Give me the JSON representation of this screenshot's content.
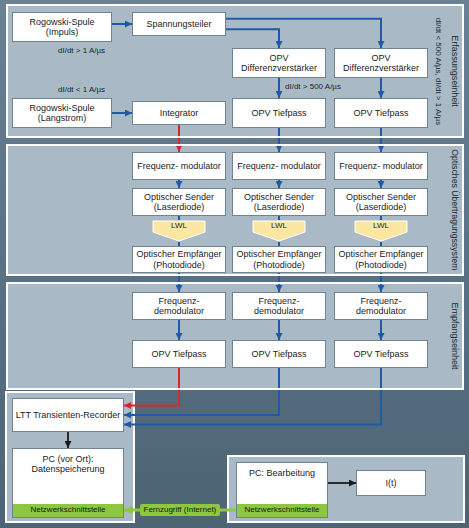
{
  "diagram": {
    "nodes": [
      {
        "text": [
          "Erfassungseinheit"
        ]
      },
      {
        "text": [
          "Rogowski-Spule (Impuls)"
        ],
        "in": 0
      },
      {
        "text": [
          "Spannungsteiler"
        ],
        "in": 0
      },
      {
        "text": [
          "OPV Differenzverstärker"
        ],
        "in": 0
      },
      {
        "text": [
          "OPV Differenzverstärker"
        ],
        "in": 0
      },
      {
        "text": [
          "Rogowski-Spule (Langstrom)"
        ],
        "in": 0
      },
      {
        "text": [
          "Integrator"
        ],
        "in": 0
      },
      {
        "text": [
          "OPV Tiefpass"
        ],
        "in": 0
      },
      {
        "text": [
          "OPV Tiefpass"
        ],
        "in": 0
      },
      {
        "text": [
          "Optisches Übertragungssystem"
        ]
      },
      {
        "text": [
          "Frequenz- modulator"
        ],
        "in": 9
      },
      {
        "text": [
          "Frequenz- modulator"
        ],
        "in": 9
      },
      {
        "text": [
          "Frequenz- modulator"
        ],
        "in": 9
      },
      {
        "text": [
          "Optischer Sender (Laserdiode)"
        ],
        "in": 9
      },
      {
        "text": [
          "Optischer Sender (Laserdiode)"
        ],
        "in": 9
      },
      {
        "text": [
          "Optischer Sender (Laserdiode)"
        ],
        "in": 9
      },
      {
        "text": [
          "LWL"
        ],
        "in": 9
      },
      {
        "text": [
          "LWL"
        ],
        "in": 9
      },
      {
        "text": [
          "LWL"
        ],
        "in": 9
      },
      {
        "text": [
          "Optischer Empfänger (Photodiode)"
        ],
        "in": 9
      },
      {
        "text": [
          "Optischer Empfänger (Photodiode)"
        ],
        "in": 9
      },
      {
        "text": [
          "Optischer Empfänger (Photodiode)"
        ],
        "in": 9
      },
      {
        "text": [
          "Empfangseinheit"
        ]
      },
      {
        "text": [
          "Frequenz- demodulator"
        ],
        "in": 22
      },
      {
        "text": [
          "Frequenz- demodulator"
        ],
        "in": 22
      },
      {
        "text": [
          "Frequenz- demodulator"
        ],
        "in": 22
      },
      {
        "text": [
          "OPV Tiefpass"
        ],
        "in": 22
      },
      {
        "text": [
          "OPV Tiefpass"
        ],
        "in": 22
      },
      {
        "text": [
          "OPV Tiefpass"
        ],
        "in": 22
      },
      {
        "text": [
          "LTT Transienten-Recorder"
        ]
      },
      {
        "text": [
          "PC (vor Ort): Datenspeicherung",
          "Netzwerkschnittstelle"
        ]
      },
      {
        "text": [
          "PC: Bearbeitung",
          "Netzwerkschnittstelle"
        ]
      },
      {
        "text": [
          "I(t)"
        ]
      }
    ],
    "edges": [
      {
        "from": 1,
        "to": 2,
        "arrow": "to"
      },
      {
        "from": 2,
        "to": 3,
        "arrow": "to"
      },
      {
        "from": 2,
        "to": 4,
        "arrow": "to"
      },
      {
        "from": 3,
        "to": 7,
        "arrow": "to"
      },
      {
        "from": 4,
        "to": 8,
        "arrow": "to"
      },
      {
        "from": 5,
        "to": 6,
        "arrow": "to"
      },
      {
        "from": 6,
        "to": 10,
        "arrow": "to"
      },
      {
        "from": 7,
        "to": 11,
        "arrow": "to"
      },
      {
        "from": 8,
        "to": 12,
        "arrow": "to"
      },
      {
        "from": 10,
        "to": 13,
        "arrow": "to"
      },
      {
        "from": 11,
        "to": 14,
        "arrow": "to"
      },
      {
        "from": 12,
        "to": 15,
        "arrow": "to"
      },
      {
        "from": 13,
        "to": 16,
        "arrow": "none"
      },
      {
        "from": 14,
        "to": 17,
        "arrow": "none"
      },
      {
        "from": 15,
        "to": 18,
        "arrow": "none"
      },
      {
        "from": 16,
        "to": 19,
        "arrow": "none"
      },
      {
        "from": 17,
        "to": 20,
        "arrow": "none"
      },
      {
        "from": 18,
        "to": 21,
        "arrow": "none"
      },
      {
        "from": 19,
        "to": 23,
        "arrow": "to"
      },
      {
        "from": 20,
        "to": 24,
        "arrow": "to"
      },
      {
        "from": 21,
        "to": 25,
        "arrow": "to"
      },
      {
        "from": 23,
        "to": 26,
        "arrow": "to"
      },
      {
        "from": 24,
        "to": 27,
        "arrow": "to"
      },
      {
        "from": 25,
        "to": 28,
        "arrow": "to"
      },
      {
        "from": 26,
        "to": 29,
        "arrow": "to"
      },
      {
        "from": 27,
        "to": 29,
        "arrow": "to"
      },
      {
        "from": 28,
        "to": 29,
        "arrow": "to"
      },
      {
        "from": 29,
        "to": 30,
        "arrow": "to"
      },
      {
        "from": 31,
        "to": 30,
        "label": "Fernzugriff (Internet)",
        "arrow": "to"
      },
      {
        "from": 31,
        "to": 32,
        "arrow": "to"
      }
    ],
    "labels": [
      "dI/dt > 1 A/µs",
      "dI/dt < 1 A/µs",
      "dI/dt > 500 A/µs",
      "dI/dt < 500 A/µs, dI/dt > 1 A/µs"
    ]
  }
}
